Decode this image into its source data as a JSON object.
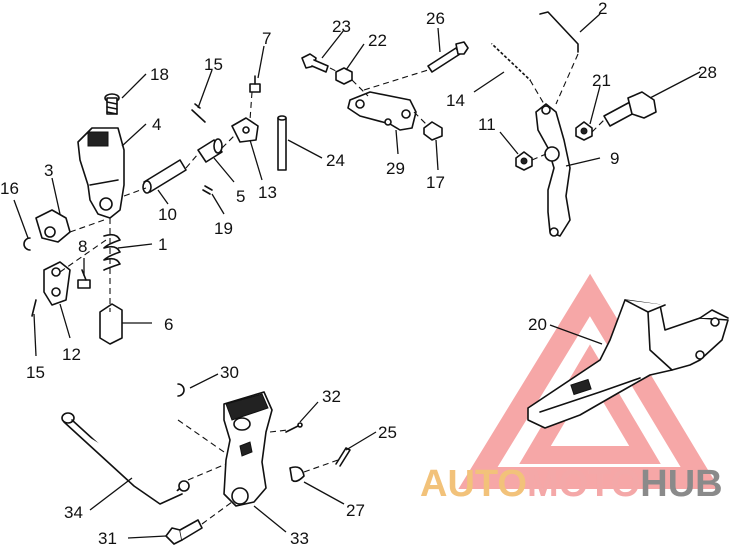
{
  "callouts": {
    "c1": "1",
    "c2": "2",
    "c3": "3",
    "c4": "4",
    "c5": "5",
    "c6": "6",
    "c7": "7",
    "c8": "8",
    "c9": "9",
    "c10": "10",
    "c11": "11",
    "c12": "12",
    "c13": "13",
    "c14": "14",
    "c15a": "15",
    "c15b": "15",
    "c16": "16",
    "c17": "17",
    "c18": "18",
    "c19": "19",
    "c20": "20",
    "c21": "21",
    "c22": "22",
    "c23": "23",
    "c24": "24",
    "c25": "25",
    "c26": "26",
    "c27": "27",
    "c28": "28",
    "c29": "29",
    "c30": "30",
    "c31": "31",
    "c32": "32",
    "c33": "33",
    "c34": "34"
  },
  "watermark": {
    "part1": "AUTO",
    "part2": "MOTO",
    "part3": "HUB",
    "color1": "#f2c27a",
    "color2": "#f4a8a8",
    "color3": "#8a8a8a",
    "triangle_color": "#f48a8a"
  }
}
